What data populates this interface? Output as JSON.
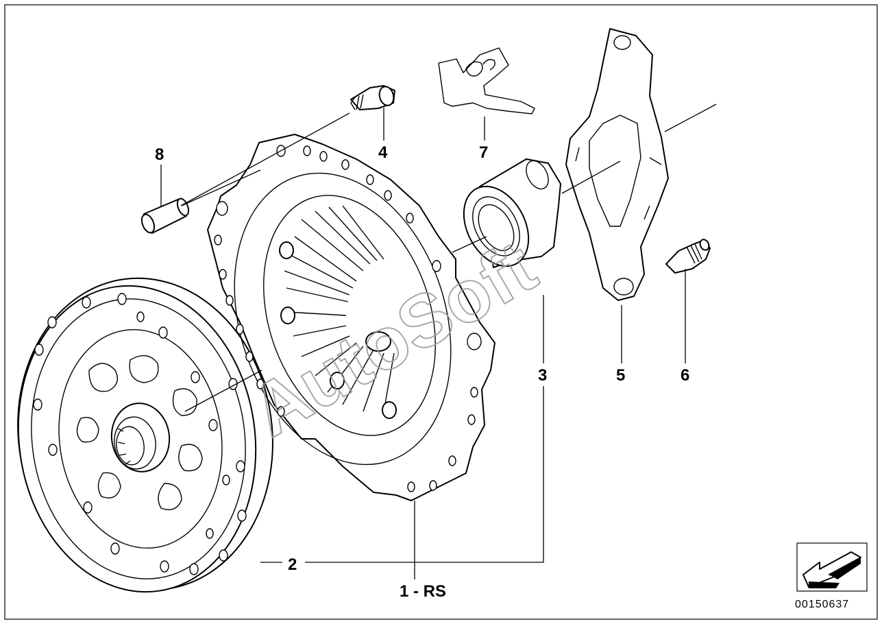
{
  "diagram": {
    "labels": {
      "part1": "1 - RS",
      "part2": "2",
      "part3": "3",
      "part4": "4",
      "part5": "5",
      "part6": "6",
      "part7": "7",
      "part8": "8"
    },
    "watermark": "AutoSoft",
    "diagram_number": "00150637",
    "icon": "arrow-pointer-icon"
  }
}
